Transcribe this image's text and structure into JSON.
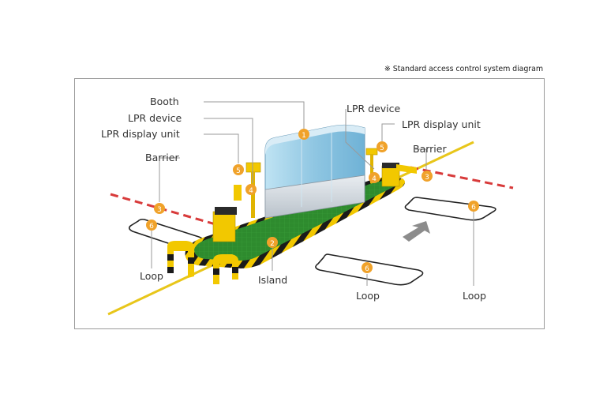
{
  "caption": "※ Standard access control system diagram",
  "labels": {
    "booth": "Booth",
    "lpr_device_left": "LPR device",
    "lpr_display_left": "LPR display unit",
    "barrier_left": "Barrier",
    "loop_left": "Loop",
    "island": "Island",
    "loop_center": "Loop",
    "loop_right": "Loop",
    "lpr_device_right": "LPR device",
    "lpr_display_right": "LPR display unit",
    "barrier_right": "Barrier"
  },
  "markers": {
    "booth": "1",
    "island": "2",
    "barrier_left": "3",
    "barrier_right": "3",
    "lpr_device_left": "4",
    "lpr_device_right": "4",
    "lpr_display_left": "5",
    "lpr_display_right": "5",
    "loop_left": "6",
    "loop_center": "6",
    "loop_right": "6"
  },
  "colors": {
    "marker": "#f0a22a",
    "island_green": "#2e8b2e",
    "curb_yellow": "#f2c800",
    "curb_black": "#1a1a1a",
    "booth_glass": "#9ccfe8",
    "barrier_red": "#d83a3a",
    "road_line": "#e8c61a",
    "arrow_gray": "#8c8c8c"
  },
  "icons": [
    "direction-arrow-icon"
  ]
}
